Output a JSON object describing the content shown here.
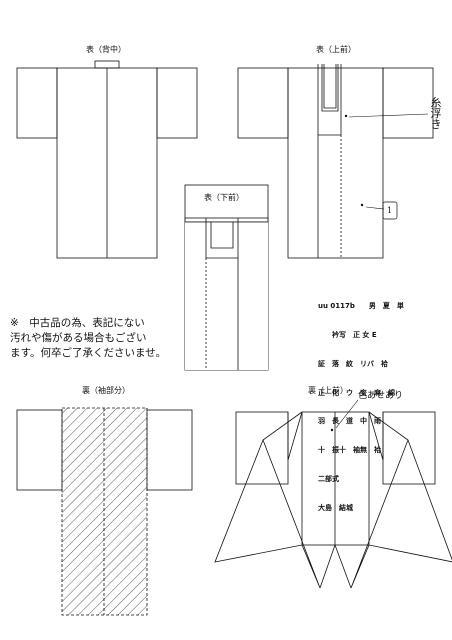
{
  "labels": {
    "back_center": "表（背中）",
    "front_upper": "表（上前）",
    "front_lower": "表（下前）",
    "lining_sleeve": "裏（袖部分）",
    "lining_upper": "裏（上前）"
  },
  "notice": {
    "line1": "※　中古品の為、表記にない",
    "line2": "汚れや傷がある場合もござい",
    "line3": "ます。何卒ご了承くださいませ。"
  },
  "handwriting": {
    "float_note": "糸浮き",
    "mark_one": "1",
    "color_note": "色あせあり"
  },
  "spec": {
    "line1": "uu 0117b　　男　夏　単",
    "line2": "　　衿写　正 女 E",
    "line3": "証　落　紋　リバ　袷",
    "line4": "正　化　ウ　交　麻　綿",
    "line5": "羽　長　道　中　雨",
    "line6": "十　振十　袖無　袷",
    "line7": "二部式",
    "line8": "大島　結城"
  },
  "colors": {
    "line": "#111111",
    "background": "#ffffff"
  }
}
